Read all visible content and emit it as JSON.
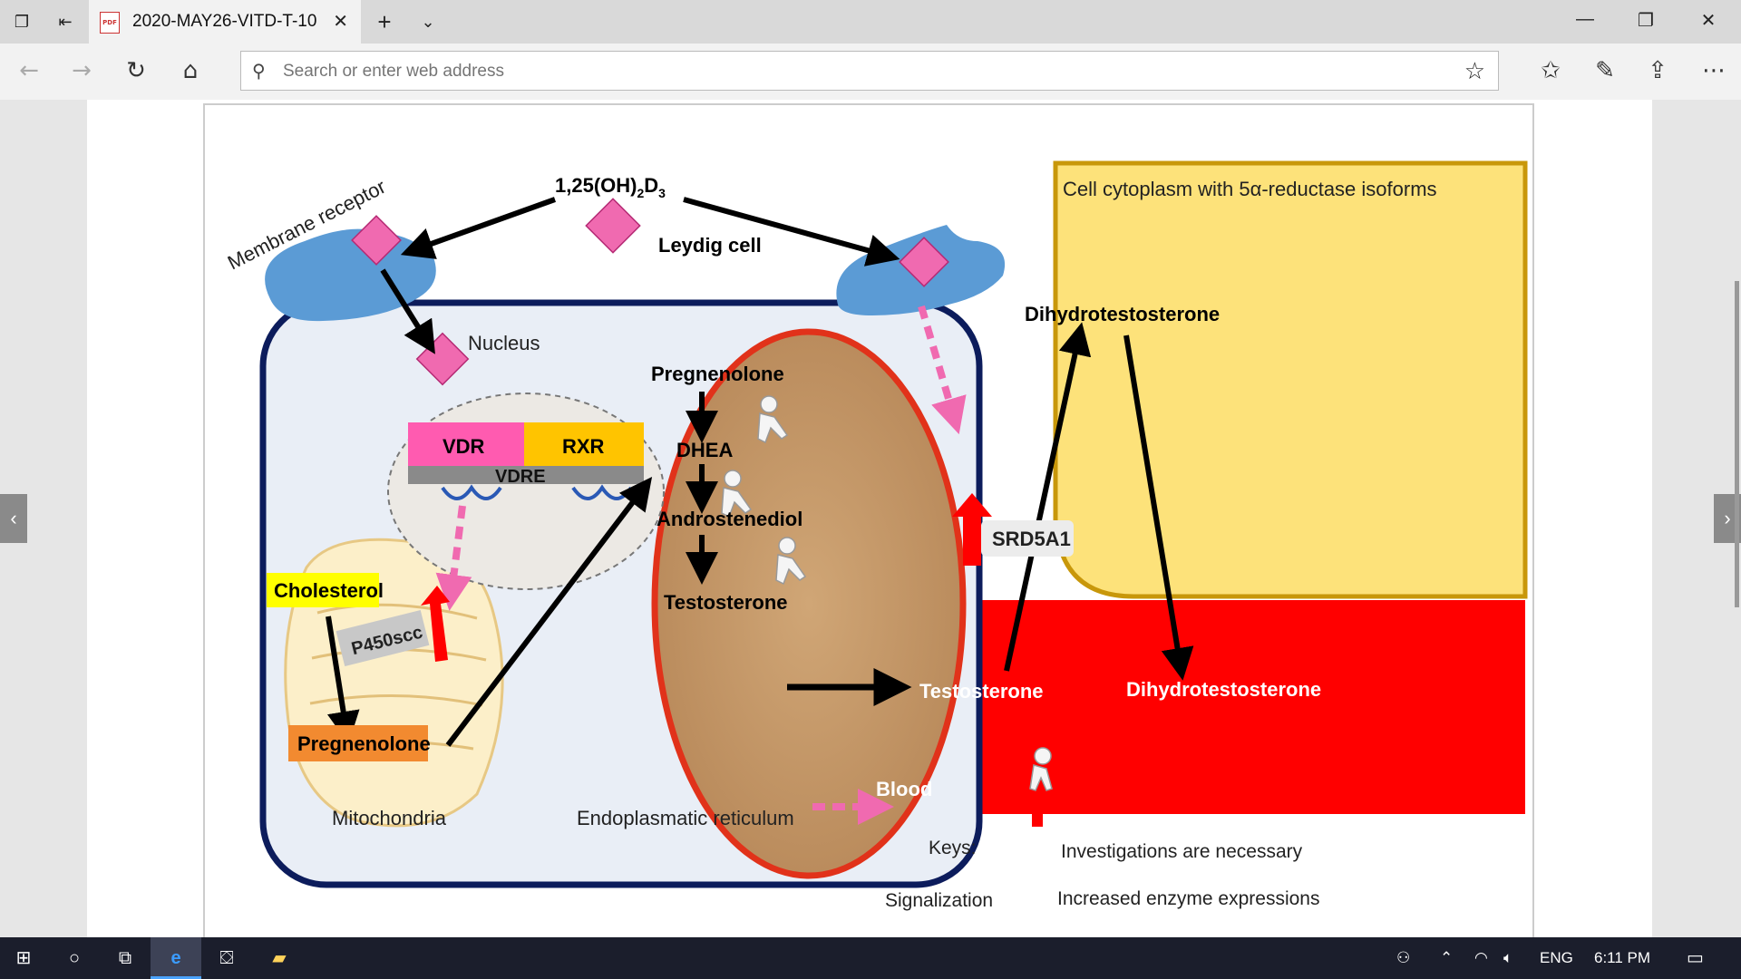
{
  "browser": {
    "tab_title": "2020-MAY26-VITD-T-10",
    "tab_icon": "pdf-icon",
    "address_placeholder": "Search or enter web address"
  },
  "figure": {
    "hormone": "1,25(OH)",
    "hormone_sub2": "2",
    "hormone_d": "D",
    "hormone_sub3": "3",
    "membrane_receptor": "Membrane receptor",
    "leydig_cell": "Leydig cell",
    "nucleus": "Nucleus",
    "vdr": "VDR",
    "rxr": "RXR",
    "vdre": "VDRE",
    "cholesterol": "Cholesterol",
    "p450scc": "P450scc",
    "pregnenolone_mito": "Pregnenolone",
    "mitochondria": "Mitochondria",
    "er_pregnenolone": "Pregnenolone",
    "dhea": "DHEA",
    "androstenediol": "Androstenediol",
    "er_testosterone": "Testosterone",
    "er": "Endoplasmatic reticulum",
    "cytoplasm": "Cell cytoplasm with 5α-reductase isoforms",
    "dht_top": "Dihydrotestosterone",
    "srd5a1": "SRD5A1",
    "blood_testosterone": "Testosterone",
    "blood_dht": "Dihydrotestosterone",
    "blood": "Blood",
    "keys": "Keys:",
    "key_investigations": "Investigations are necessary",
    "key_signalization": "Signalization",
    "key_enzyme": "Increased enzyme expressions"
  },
  "taskbar": {
    "lang": "ENG",
    "time": "6:11 PM"
  },
  "colors": {
    "membrane": "#5b9bd5",
    "diamond": "#f06ab0",
    "yellow_bg": "#fde27a",
    "blood_red": "#ff0000",
    "er_fill": "#c49a6c",
    "cell_border": "#0c1c5c"
  }
}
